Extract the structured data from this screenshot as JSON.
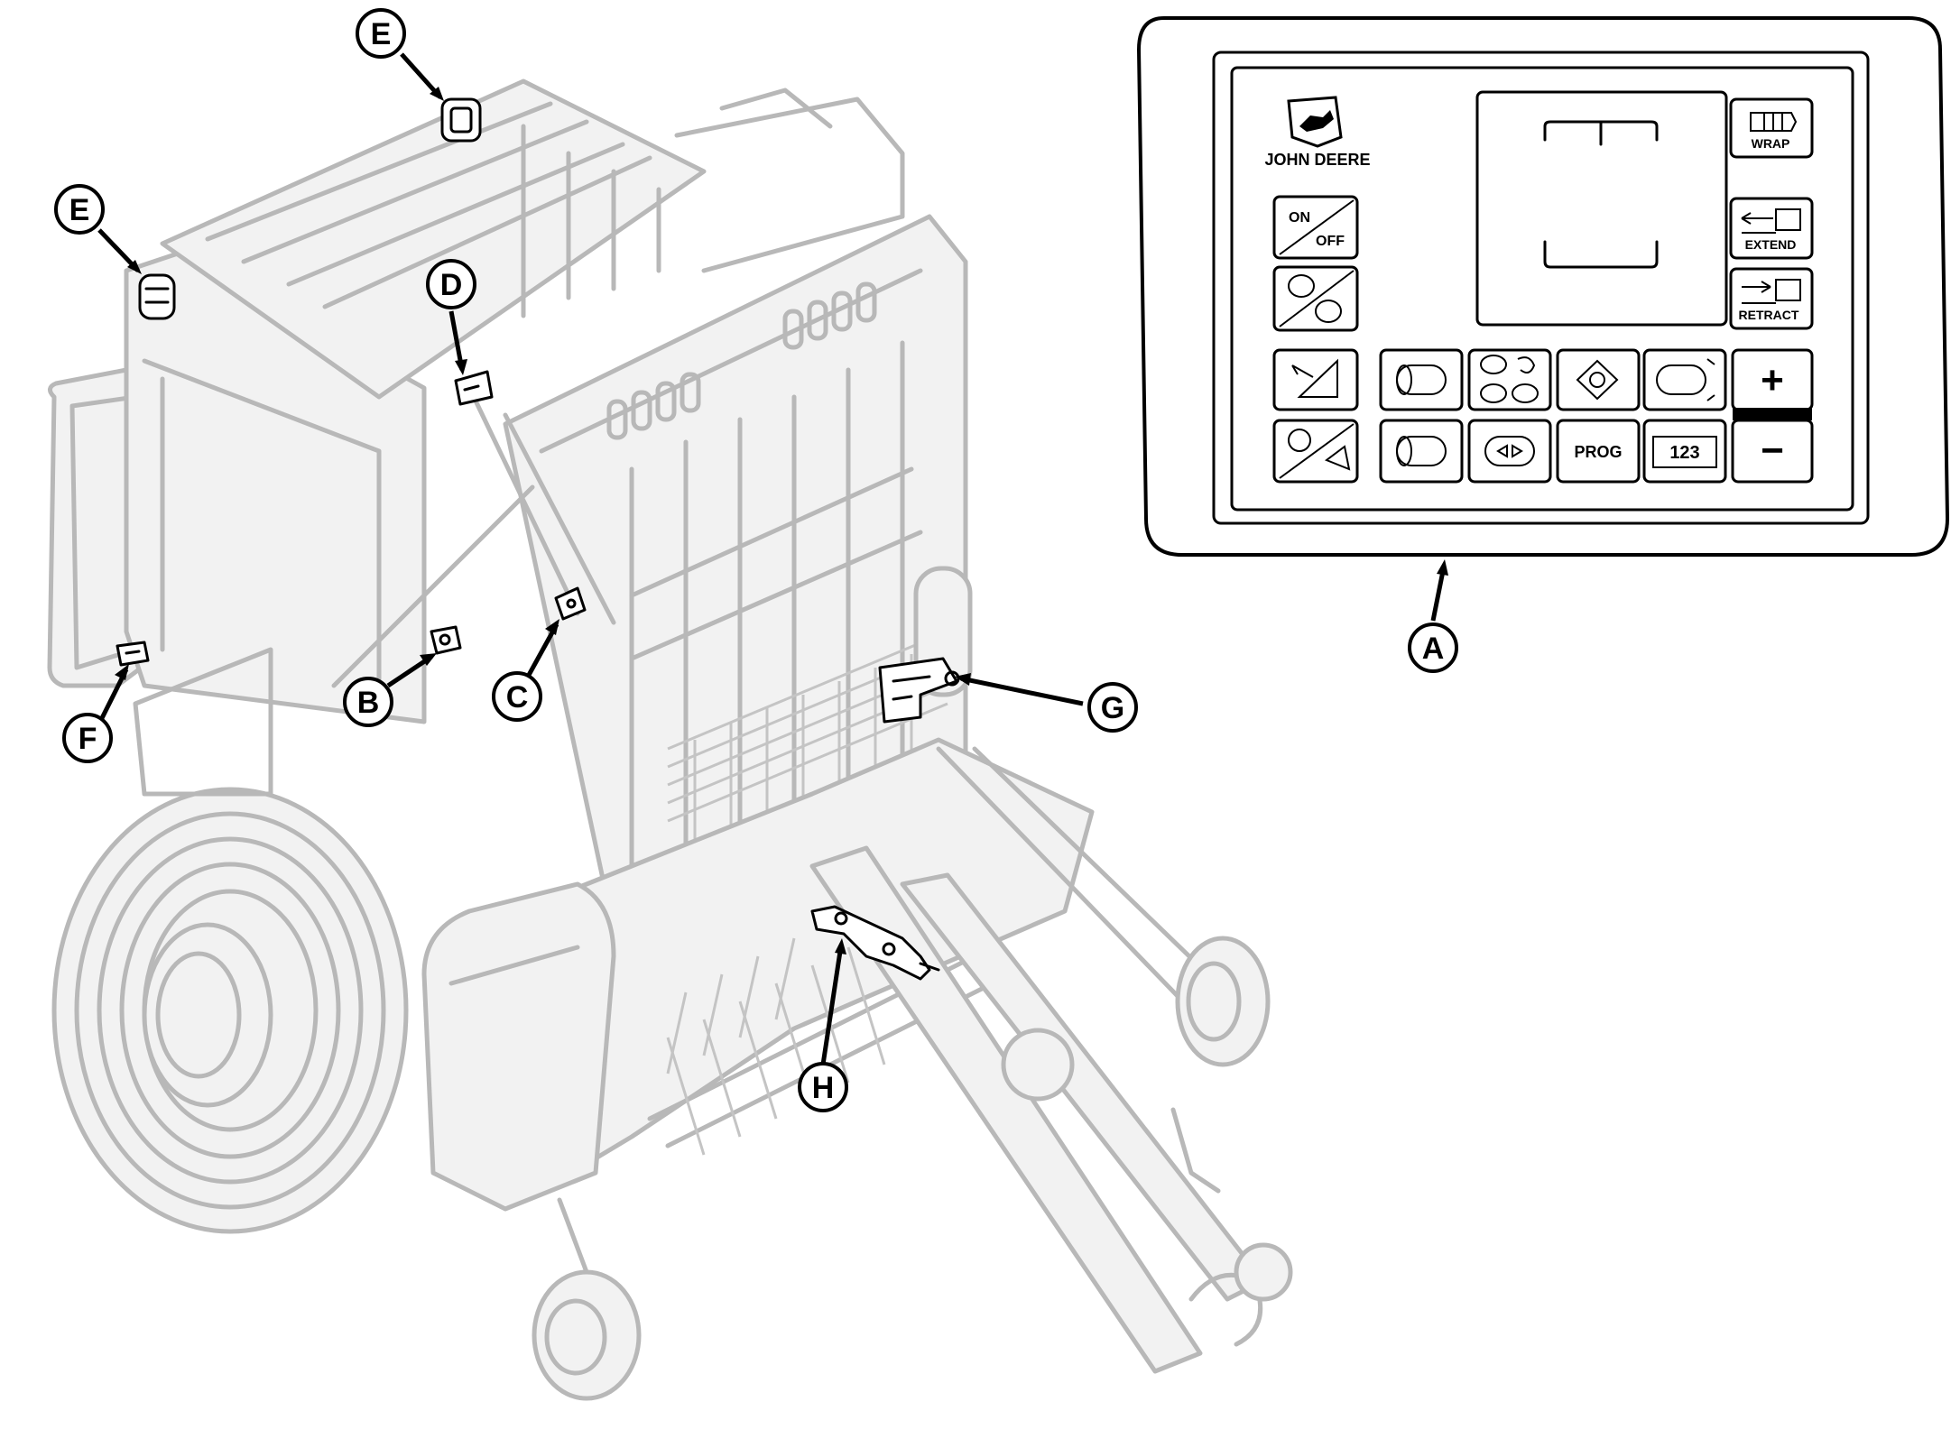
{
  "diagram": {
    "callouts": [
      {
        "id": "E1",
        "label": "E"
      },
      {
        "id": "E2",
        "label": "E"
      },
      {
        "id": "D",
        "label": "D"
      },
      {
        "id": "B",
        "label": "B"
      },
      {
        "id": "C",
        "label": "C"
      },
      {
        "id": "F",
        "label": "F"
      },
      {
        "id": "G",
        "label": "G"
      },
      {
        "id": "H",
        "label": "H"
      },
      {
        "id": "A",
        "label": "A"
      }
    ],
    "monitor": {
      "brand": "JOHN DEERE",
      "buttons": {
        "wrap": "WRAP",
        "extend": "EXTEND",
        "retract": "RETRACT",
        "on": "ON",
        "off": "OFF",
        "prog": "PROG",
        "counter": "123",
        "plus": "+",
        "minus": "−"
      }
    },
    "colors": {
      "ghost_line": "#b8b8b8",
      "ink": "#000000"
    }
  }
}
